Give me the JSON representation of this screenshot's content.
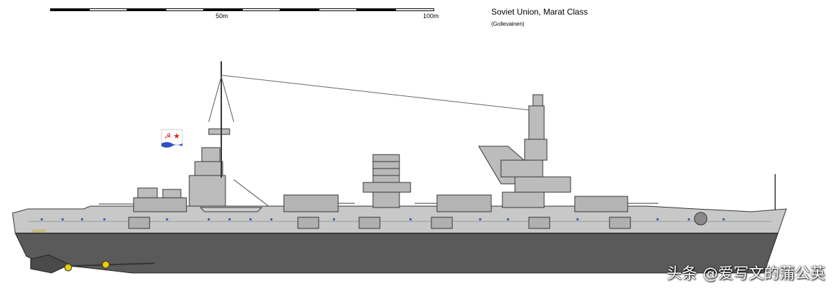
{
  "scale": {
    "labels": [
      "50m",
      "100m"
    ],
    "segments": 10
  },
  "title": "Soviet Union, Marat Class",
  "author": "(Gollevainen)",
  "hull_name": "МАРАТ",
  "watermark": {
    "prefix": "头条",
    "handle": "@爱写文的蒲公英"
  },
  "colors": {
    "upper_hull": "#c8c8c8",
    "lower_hull": "#5a5a5a",
    "superstructure": "#b4b4b4",
    "flag_red": "#e02020",
    "flag_blue": "#3050c0"
  }
}
